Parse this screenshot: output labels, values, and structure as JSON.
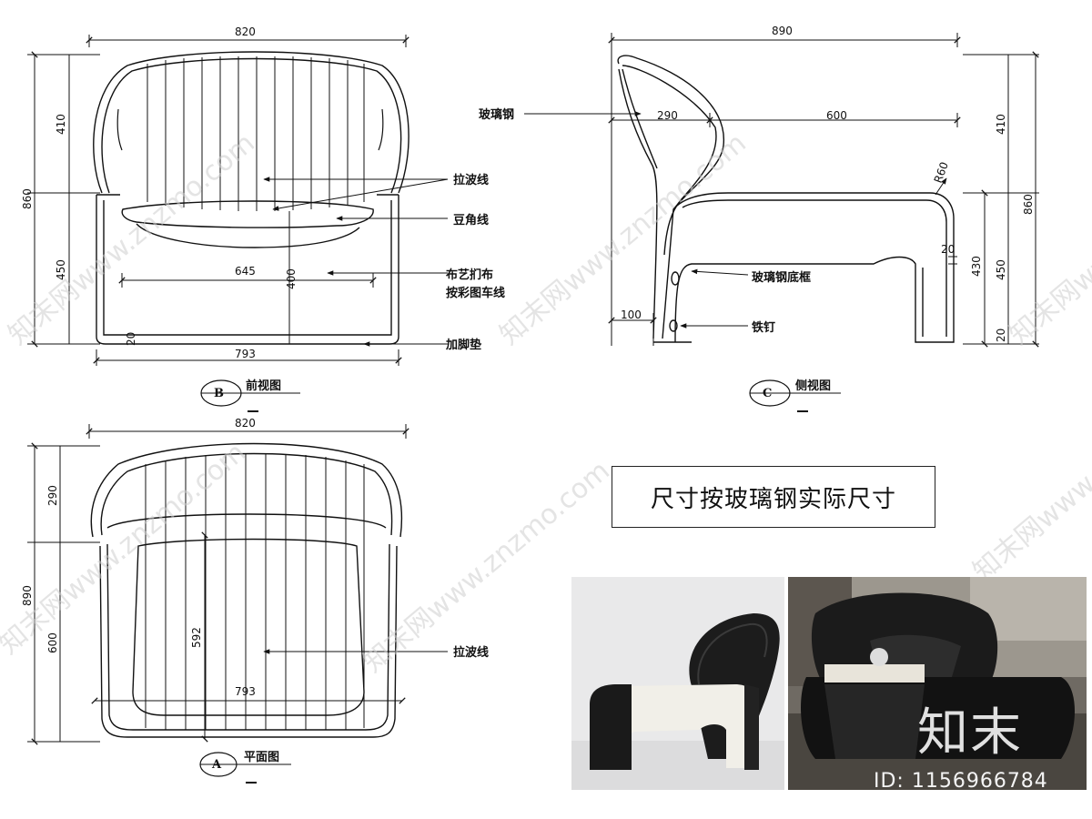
{
  "front_view": {
    "title": "前视图",
    "marker": "B",
    "dims": {
      "width_top": "820",
      "height_total": "860",
      "back_height": "410",
      "seat_height": "450",
      "inner_width": "645",
      "seat_depth_mark": "400",
      "foot": "20",
      "width_bottom": "793"
    },
    "labels": {
      "wave_line": "拉波线",
      "bean_line": "豆角线",
      "fabric": "布艺扪布",
      "fabric_note": "按彩图车线",
      "foot_pad": "加脚垫"
    }
  },
  "side_view": {
    "title": "侧视图",
    "marker": "C",
    "dims": {
      "depth_total": "890",
      "back_depth": "290",
      "seat_depth": "600",
      "radius": "R60",
      "gap": "20",
      "seat_height": "430",
      "leg_height": "450",
      "height_total": "860",
      "back_height": "410",
      "foot": "20",
      "leg_width": "100"
    },
    "labels": {
      "fiberglass": "玻璃钢",
      "fiberglass_base": "玻璃钢底框",
      "nail": "铁钉"
    }
  },
  "plan_view": {
    "title": "平面图",
    "marker": "A",
    "dims": {
      "width": "820",
      "depth_total": "890",
      "back_depth": "290",
      "seat_depth": "600",
      "inner_depth": "592",
      "inner_width": "793"
    },
    "labels": {
      "wave_line": "拉波线"
    }
  },
  "note": "尺寸按玻璃钢实际尺寸",
  "watermark": "知末网www.znzmo.com",
  "brand": "知末",
  "image_id": "ID: 1156966784",
  "colors": {
    "line": "#111111",
    "watermark": "#cfcfcf"
  }
}
